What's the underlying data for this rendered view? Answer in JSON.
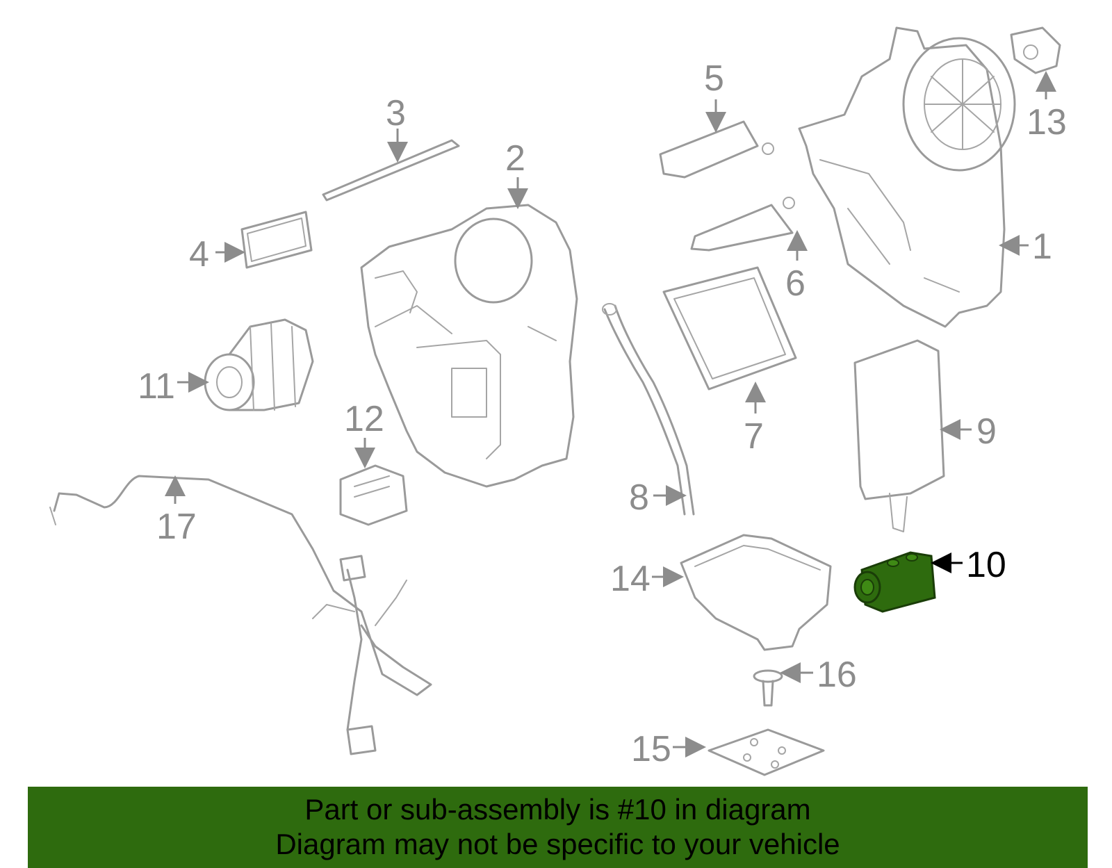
{
  "diagram": {
    "callouts": [
      "1",
      "2",
      "3",
      "4",
      "5",
      "6",
      "7",
      "8",
      "9",
      "10",
      "11",
      "12",
      "13",
      "14",
      "15",
      "16",
      "17"
    ],
    "highlighted_part": "10",
    "highlight_color": "#2e6b0e"
  },
  "banner": {
    "line1": "Part or sub-assembly is #10 in diagram",
    "line2": "Diagram may not be specific to your vehicle",
    "background": "#2e6b0e"
  }
}
